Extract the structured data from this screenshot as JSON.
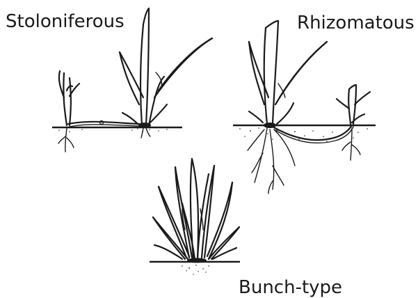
{
  "labels": {
    "stoloniferous": "Stoloniferous",
    "rhizomatous": "Rhizomatous",
    "bunch_type": "Bunch-type"
  }
}
